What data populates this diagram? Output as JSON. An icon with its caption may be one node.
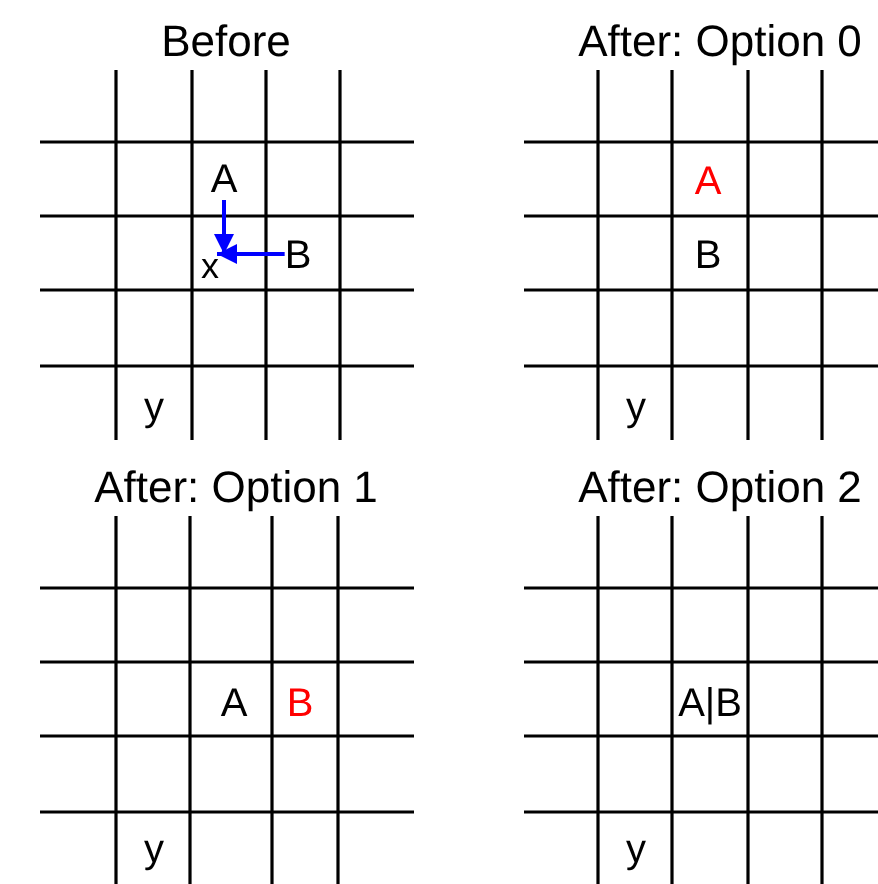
{
  "diagram": {
    "nodes": [
      {
        "text": [
          "A"
        ]
      },
      {
        "text": [
          "B"
        ]
      },
      {
        "text": [
          "x"
        ]
      }
    ],
    "edges": [
      {
        "from": 0,
        "to": 2,
        "arrow": "to",
        "color": "#0000ff"
      },
      {
        "from": 1,
        "to": 2,
        "arrow": "to",
        "color": "#0000ff"
      }
    ],
    "labels": [
      "Before",
      "y",
      "After: Option 0",
      "A",
      "B",
      "y",
      "After: Option 1",
      "A",
      "B",
      "y",
      "After: Option 2",
      "A|B",
      "y"
    ]
  }
}
